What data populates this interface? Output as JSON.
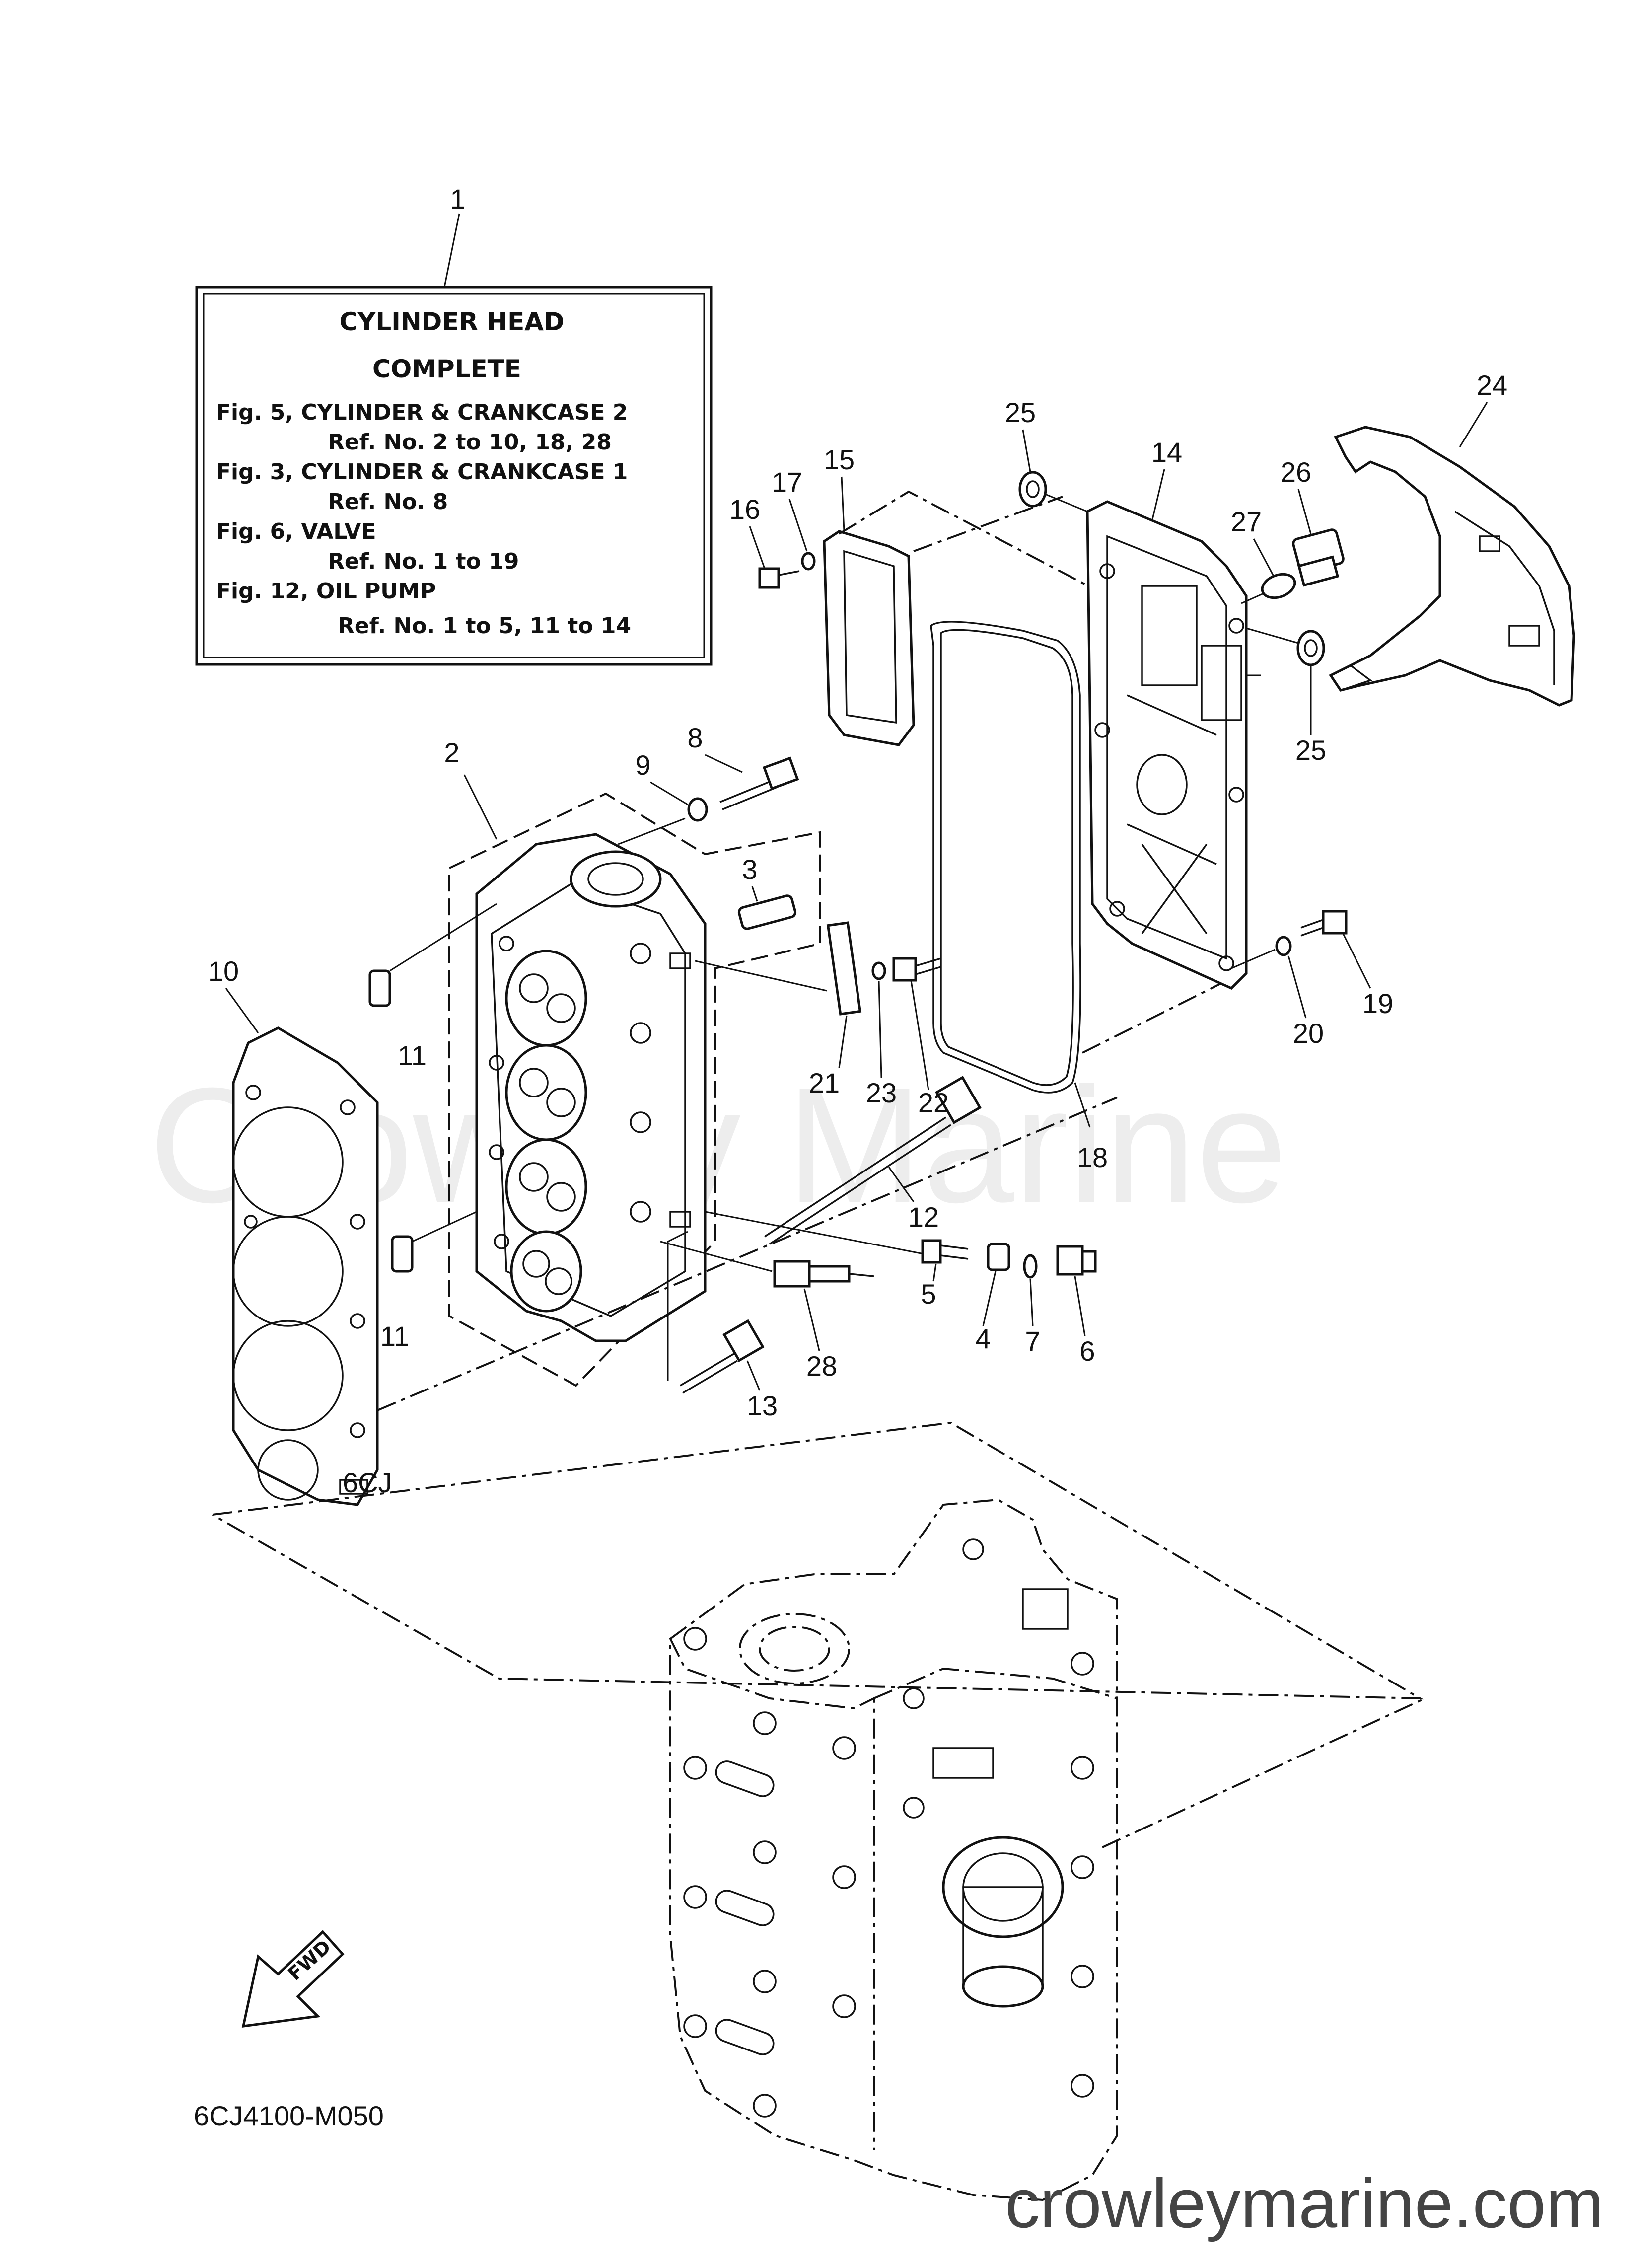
{
  "legend": {
    "title_line1": "CYLINDER HEAD",
    "title_line2": "COMPLETE",
    "lines": [
      "Fig. 5, CYLINDER & CRANKCASE 2",
      "Ref. No. 2 to 10, 18, 28",
      "Fig. 3, CYLINDER & CRANKCASE 1",
      "Ref. No. 8",
      "Fig. 6, VALVE",
      "Ref. No. 1 to 19",
      "Fig. 12, OIL PUMP",
      "Ref. No. 1 to 5, 11 to 14"
    ]
  },
  "callouts": [
    "1",
    "2",
    "3",
    "4",
    "5",
    "6",
    "7",
    "8",
    "9",
    "10",
    "11",
    "11",
    "12",
    "13",
    "14",
    "15",
    "16",
    "17",
    "18",
    "19",
    "20",
    "21",
    "22",
    "23",
    "24",
    "25",
    "25",
    "26",
    "27",
    "28"
  ],
  "fwd_label": "FWD",
  "diagram_code": "6CJ4100-M050",
  "watermark": "Crowley Marine",
  "site_url": "crowleymarine.com",
  "gasket_stamp": "6CJ"
}
